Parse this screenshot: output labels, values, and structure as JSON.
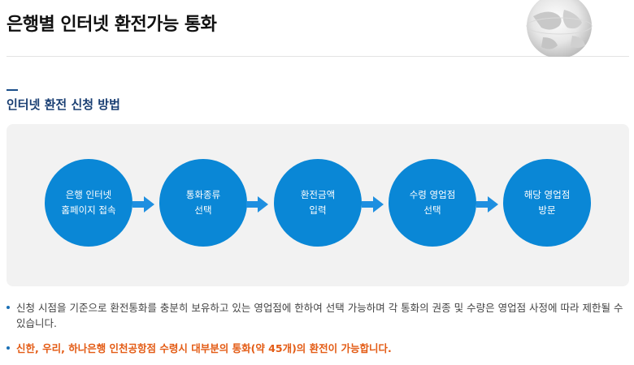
{
  "header": {
    "title": "은행별 인터넷 환전가능 통화"
  },
  "section": {
    "title": "인터넷 환전 신청 방법"
  },
  "steps": [
    {
      "line1": "은행 인터넷",
      "line2": "홈페이지 접속"
    },
    {
      "line1": "통화종류",
      "line2": "선택"
    },
    {
      "line1": "환전금액",
      "line2": "입력"
    },
    {
      "line1": "수령 영업점",
      "line2": "선택"
    },
    {
      "line1": "해당 영업점",
      "line2": "방문"
    }
  ],
  "notes": [
    "신청 시점을 기준으로 환전통화를 충분히 보유하고 있는 영업점에 한하여 선택 가능하며 각 통화의 권종 및 수량은 영업점 사정에 따라 제한될 수 있습니다.",
    "신한, 우리, 하나은행 인천공항점 수령시 대부분의 통화(약 45개)의 환전이 가능합니다."
  ],
  "colors": {
    "step_circle": "#0a87d6",
    "arrow": "#1e8fe0",
    "highlight_text": "#e35b14",
    "section_title": "#1a3f73"
  },
  "icons": {
    "header_decoration": "globe-icon",
    "step_connector": "arrow-right-icon"
  }
}
